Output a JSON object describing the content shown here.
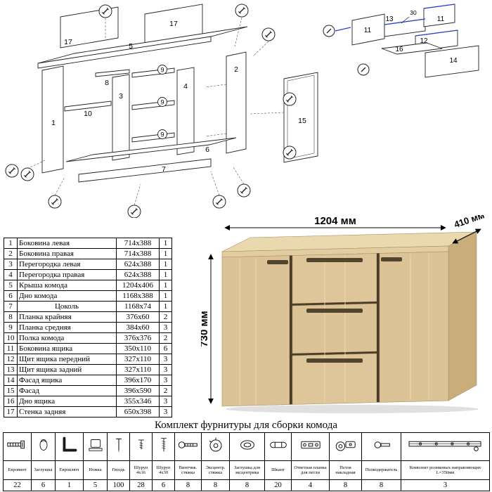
{
  "diagram": {
    "callouts": [
      "17",
      "5",
      "17",
      "8",
      "3",
      "10",
      "1",
      "9",
      "9",
      "9",
      "4",
      "2",
      "6",
      "7",
      "15"
    ],
    "drawer_callouts": [
      "13",
      "11",
      "11",
      "12",
      "16",
      "14"
    ],
    "angle_note": "30"
  },
  "dimensions": {
    "width": "1204 мм",
    "depth": "410 мм",
    "height": "730 мм"
  },
  "parts_table": {
    "rows": [
      {
        "num": "1",
        "name": "Боковина левая",
        "size": "714x388",
        "qty": "1"
      },
      {
        "num": "2",
        "name": "Боковина правая",
        "size": "714x388",
        "qty": "1"
      },
      {
        "num": "3",
        "name": "Перегородка левая",
        "size": "624x388",
        "qty": "1"
      },
      {
        "num": "4",
        "name": "Перегородка правая",
        "size": "624x388",
        "qty": "1"
      },
      {
        "num": "5",
        "name": "Крыша комода",
        "size": "1204x406",
        "qty": "1"
      },
      {
        "num": "6",
        "name": "Дно комода",
        "size": "1168x388",
        "qty": "1"
      },
      {
        "num": "7",
        "name": "Цоколь",
        "size": "1168x74",
        "qty": "1"
      },
      {
        "num": "8",
        "name": "Планка крайняя",
        "size": "376x60",
        "qty": "2"
      },
      {
        "num": "9",
        "name": "Планка средняя",
        "size": "384x60",
        "qty": "3"
      },
      {
        "num": "10",
        "name": "Полка комода",
        "size": "376x376",
        "qty": "2"
      },
      {
        "num": "11",
        "name": "Боковина ящика",
        "size": "350x110",
        "qty": "6"
      },
      {
        "num": "12",
        "name": "Щит ящика передний",
        "size": "327x110",
        "qty": "3"
      },
      {
        "num": "13",
        "name": "Щит ящика задний",
        "size": "327x110",
        "qty": "3"
      },
      {
        "num": "14",
        "name": "Фасад ящика",
        "size": "396x170",
        "qty": "3"
      },
      {
        "num": "15",
        "name": "Фасад",
        "size": "396x590",
        "qty": "2"
      },
      {
        "num": "16",
        "name": "Дно ящика",
        "size": "355x346",
        "qty": "3"
      },
      {
        "num": "17",
        "name": "Стенка задняя",
        "size": "650x398",
        "qty": "3"
      }
    ]
  },
  "hardware": {
    "title": "Комплект фурнитуры для сборки комода",
    "items": [
      {
        "name": "Евровинт",
        "qty": "22"
      },
      {
        "name": "Заглушка",
        "qty": "6"
      },
      {
        "name": "Евроключ",
        "qty": "1"
      },
      {
        "name": "Ножка",
        "qty": "5"
      },
      {
        "name": "Гвоздь",
        "qty": "100"
      },
      {
        "name": "Шуруп 4x16",
        "qty": "28"
      },
      {
        "name": "Шуруп 4x30",
        "qty": "6"
      },
      {
        "name": "Винтчик. стяжка",
        "qty": "8"
      },
      {
        "name": "Эксцентр. стяжка",
        "qty": "8"
      },
      {
        "name": "Заглушка для эксцентрика",
        "qty": "8"
      },
      {
        "name": "Шкант",
        "qty": "20"
      },
      {
        "name": "Ответная планка для петли",
        "qty": "4"
      },
      {
        "name": "Петля накладная",
        "qty": "8"
      },
      {
        "name": "Полкодержатель",
        "qty": "8"
      },
      {
        "name": "Комплект роликовых направляющих L=350мм",
        "qty": "3"
      }
    ]
  }
}
